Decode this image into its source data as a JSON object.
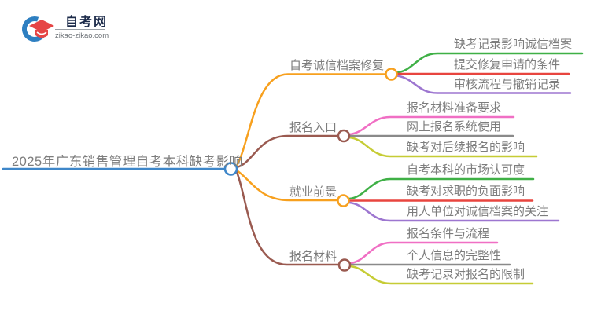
{
  "logo": {
    "title": "自考网",
    "domain": "zikao-zikao.com"
  },
  "palette": {
    "root_blue": "#3f87c9",
    "orange": "#f7a01e",
    "brown": "#9a5a50",
    "green": "#3fb046",
    "red": "#e8453f",
    "purple": "#9d76d0",
    "pink": "#f06fc4",
    "gray": "#8a8a8a",
    "olive": "#c6cc35",
    "text_gray": "#7d7d7d",
    "logo_navy": "#1c2b4a",
    "logo_blue": "#2e7fc1",
    "logo_red": "#e64545"
  },
  "mindmap": {
    "root": {
      "label": "2025年广东销售管理自考本科缺考影响",
      "color": "#3f87c9"
    },
    "branches": [
      {
        "label": "自考诚信档案修复",
        "color": "#f7a01e",
        "children": [
          {
            "label": "缺考记录影响诚信档案",
            "color": "#3fb046"
          },
          {
            "label": "提交修复申请的条件",
            "color": "#e8453f"
          },
          {
            "label": "审核流程与撤销记录",
            "color": "#9d76d0"
          }
        ]
      },
      {
        "label": "报名入口",
        "color": "#9a5a50",
        "children": [
          {
            "label": "报名材料准备要求",
            "color": "#f06fc4"
          },
          {
            "label": "网上报名系统使用",
            "color": "#8a8a8a"
          },
          {
            "label": "缺考对后续报名的影响",
            "color": "#c6cc35"
          }
        ]
      },
      {
        "label": "就业前景",
        "color": "#f7a01e",
        "children": [
          {
            "label": "自考本科的市场认可度",
            "color": "#3fb046"
          },
          {
            "label": "缺考对求职的负面影响",
            "color": "#e8453f"
          },
          {
            "label": "用人单位对诚信档案的关注",
            "color": "#9d76d0"
          }
        ]
      },
      {
        "label": "报名材料",
        "color": "#9a5a50",
        "children": [
          {
            "label": "报名条件与流程",
            "color": "#f06fc4"
          },
          {
            "label": "个人信息的完整性",
            "color": "#8a8a8a"
          },
          {
            "label": "缺考记录对报名的限制",
            "color": "#c6cc35"
          }
        ]
      }
    ]
  }
}
